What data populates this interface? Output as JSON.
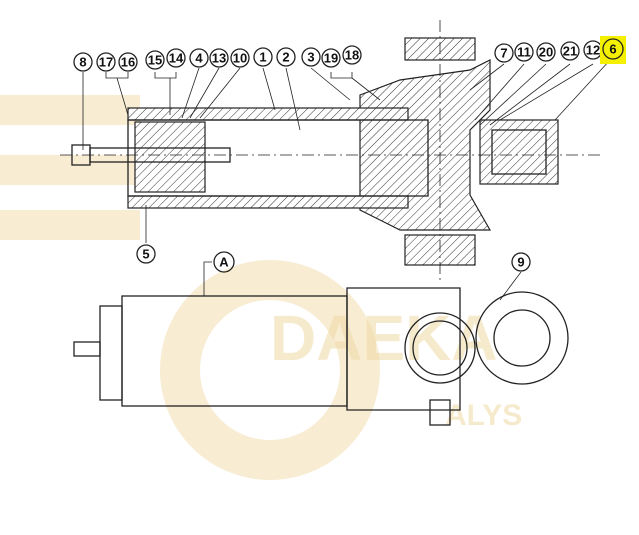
{
  "diagram": {
    "title": "Hydraulic cylinder exploded section",
    "callouts": [
      "8",
      "17",
      "16",
      "15",
      "14",
      "4",
      "13",
      "10",
      "1",
      "2",
      "3",
      "19",
      "18",
      "7",
      "11",
      "20",
      "21",
      "12",
      "6",
      "5",
      "A",
      "9"
    ],
    "highlighted_callout": "6",
    "highlight_color": "#f5f000"
  },
  "watermark": {
    "text_main": "DAEKA",
    "text_sub": "ALYS",
    "color": "#f0d9a6"
  }
}
